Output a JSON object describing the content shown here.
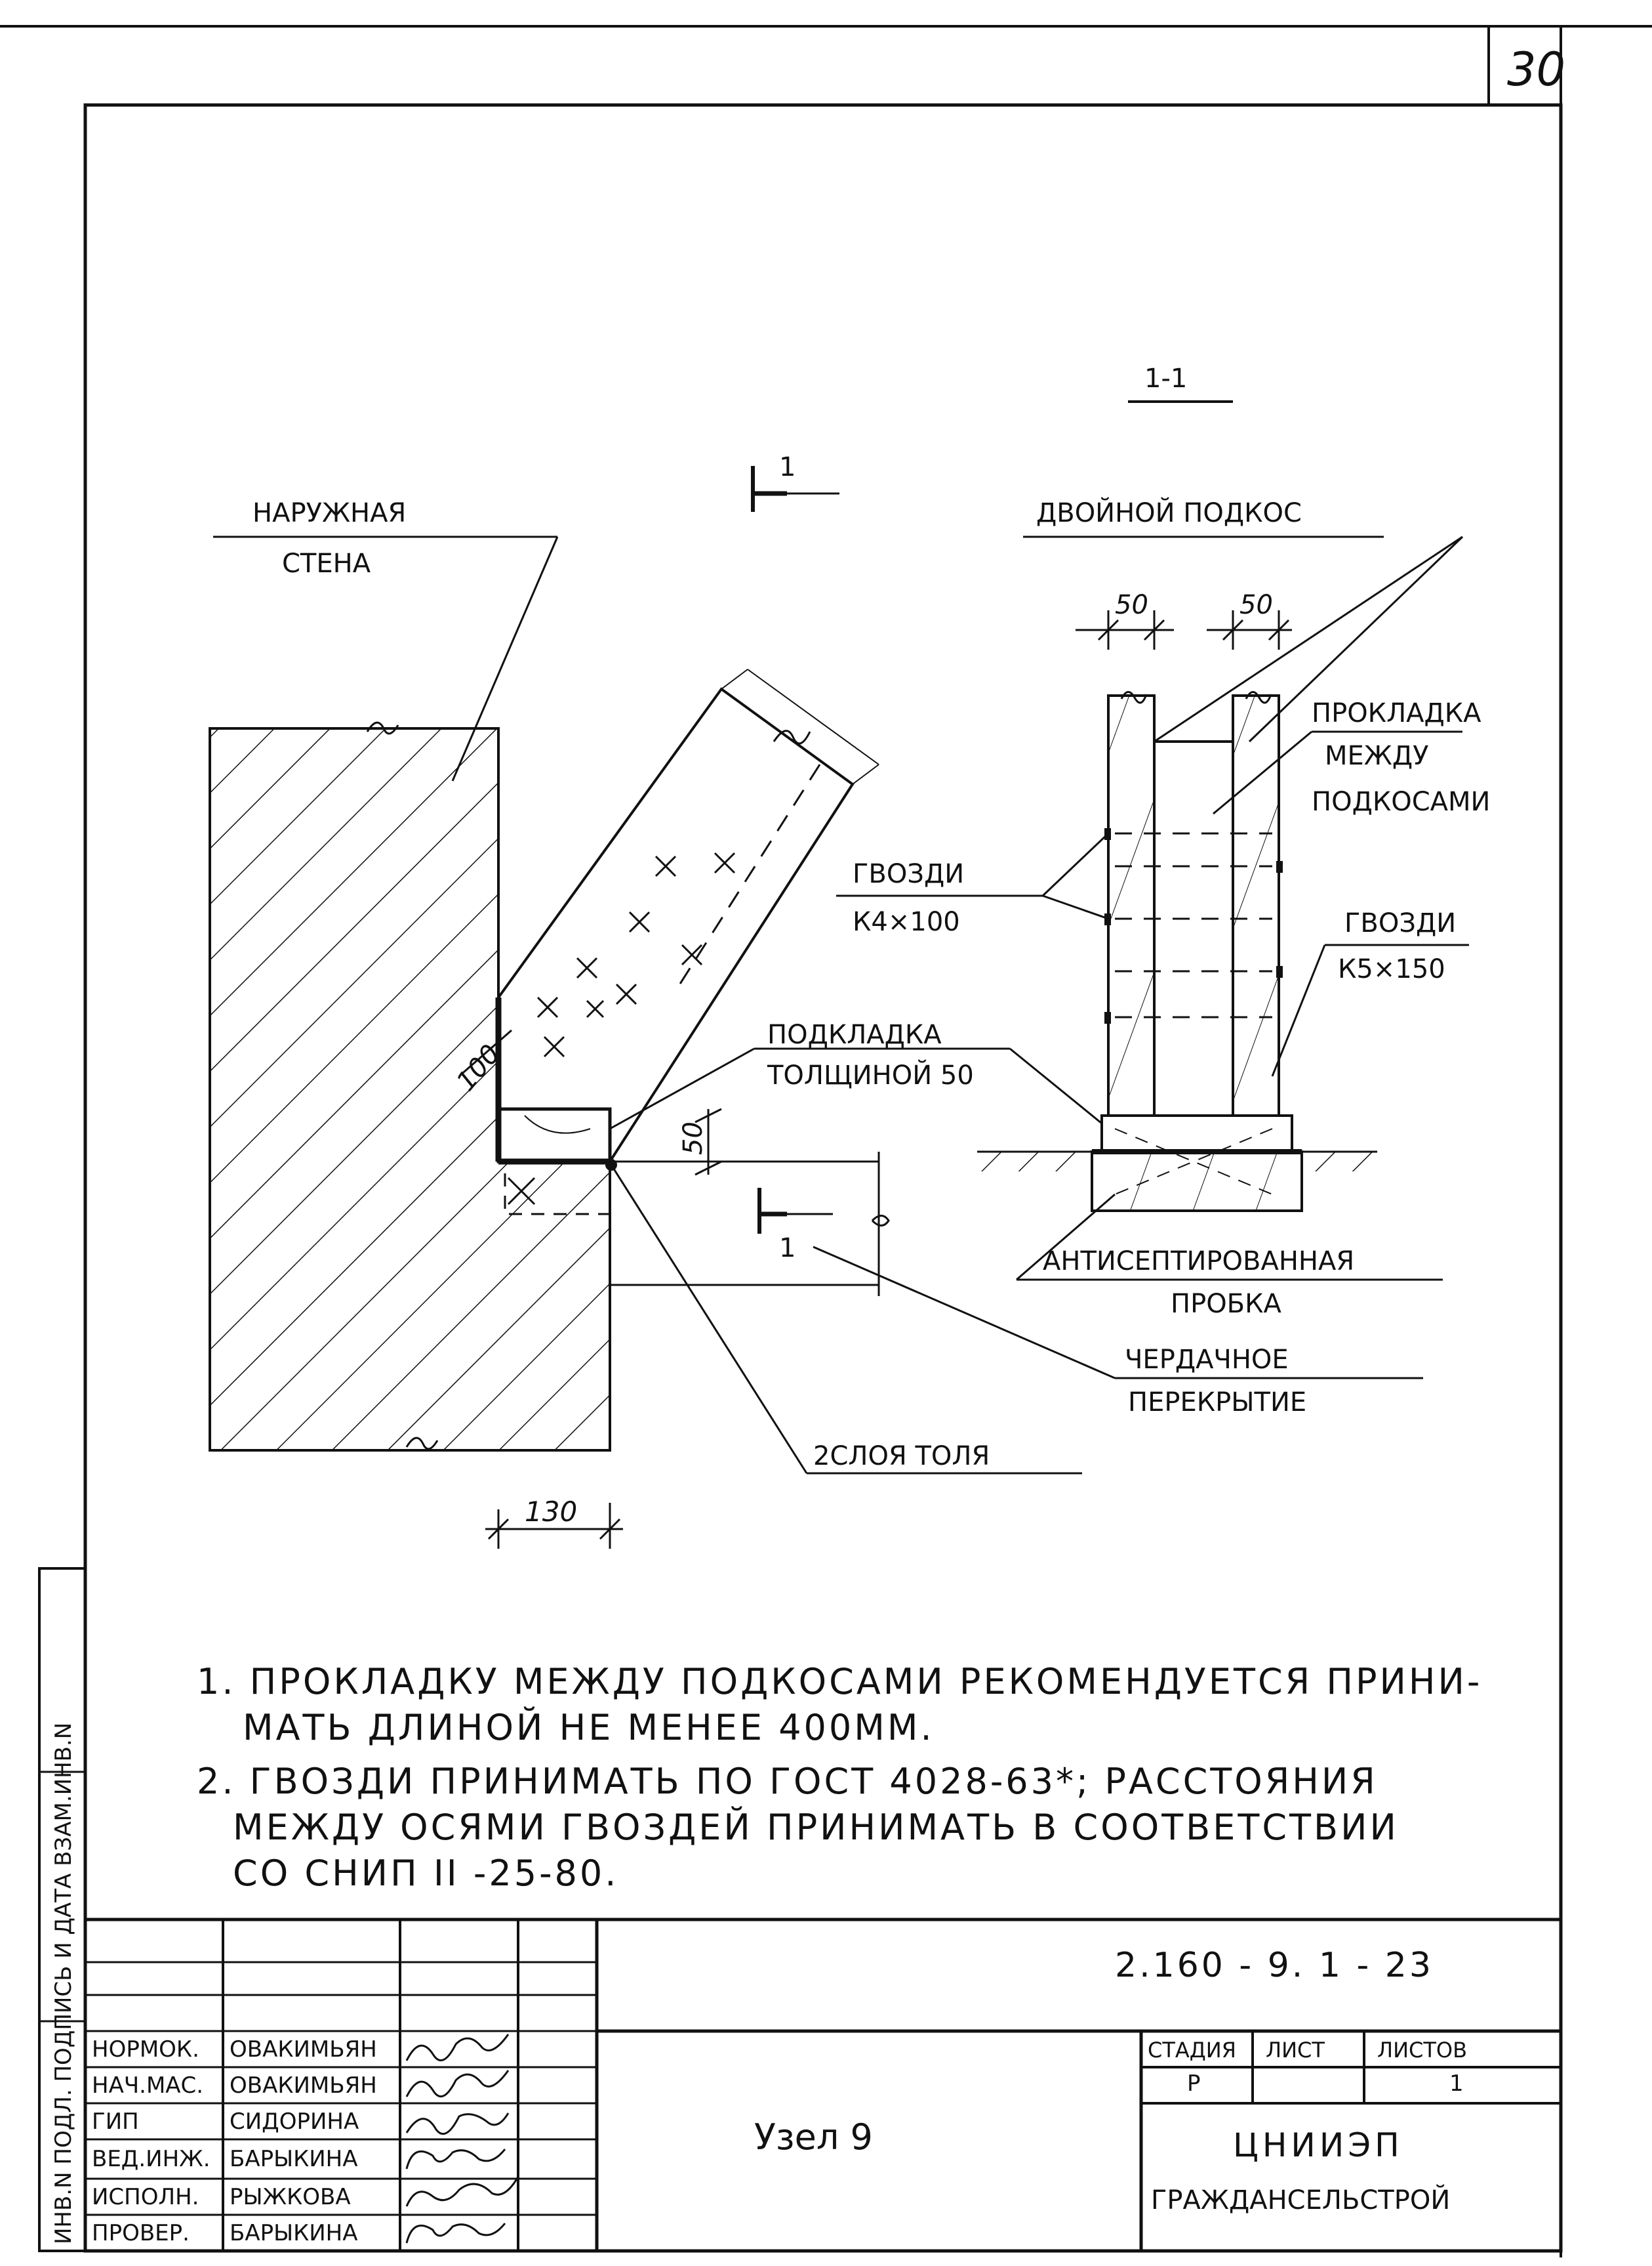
{
  "sheet_number_box": "30",
  "section": {
    "title": "1-1",
    "marker_top": "1",
    "marker_bottom": "1"
  },
  "labels": {
    "outer_wall": [
      "НАРУЖНАЯ",
      "СТЕНА"
    ],
    "double_strut": "ДВОЙНОЙ ПОДКОС",
    "spacer": [
      "ПРОКЛАДКА",
      "МЕЖДУ",
      "ПОДКОСАМИ"
    ],
    "nails_left": [
      "ГВОЗДИ",
      "К4×100"
    ],
    "nails_right": [
      "ГВОЗДИ",
      "К5×150"
    ],
    "pad": [
      "ПОДКЛАДКА",
      "ТОЛЩИНОЙ 50"
    ],
    "plug": [
      "АНТИСЕПТИРОВАННАЯ",
      "ПРОБКА"
    ],
    "attic_floor": [
      "ЧЕРДАЧНОЕ",
      "ПЕРЕКРЫТИЕ"
    ],
    "roofing": "2СЛОЯ ТОЛЯ"
  },
  "dimensions": {
    "d100": "100",
    "d50_pad": "50",
    "d130": "130",
    "d50_left": "50",
    "d50_right": "50"
  },
  "notes": [
    "1. ПРОКЛАДКУ МЕЖДУ ПОДКОСАМИ РЕКОМЕНДУЕТСЯ ПРИНИ-",
    "МАТЬ ДЛИНОЙ НЕ МЕНЕЕ 400ММ.",
    "2. ГВОЗДИ ПРИНИМАТЬ ПО ГОСТ 4028-63*; РАССТОЯНИЯ",
    "МЕЖДУ ОСЯМИ ГВОЗДЕЙ ПРИНИМАТЬ В СООТВЕТСТВИИ",
    "СО СНИП II -25-80."
  ],
  "title_block": {
    "doc_code": "2.160 - 9. 1 - 23",
    "sheet_name": "Узел 9",
    "organization": [
      "ЦНИИЭП",
      "ГРАЖДАНСЕЛЬСТРОЙ"
    ],
    "stage_header": "СТАДИЯ",
    "sheet_header": "ЛИСТ",
    "sheets_header": "ЛИСТОВ",
    "stage_value": "Р",
    "sheets_value": "1",
    "roles": [
      {
        "role": "НОРМОК.",
        "name": "ОВАКИМЬЯН"
      },
      {
        "role": "НАЧ.МАС.",
        "name": "ОВАКИМЬЯН"
      },
      {
        "role": "ГИП",
        "name": "СИДОРИНА"
      },
      {
        "role": "ВЕД.ИНЖ.",
        "name": "БАРЫКИНА"
      },
      {
        "role": "ИСПОЛН.",
        "name": "РЫЖКОВА"
      },
      {
        "role": "ПРОВЕР.",
        "name": "БАРЫКИНА"
      }
    ]
  },
  "side_stamp": "ИНВ.N ПОДЛ.   ПОДПИСЬ И ДАТА   ВЗАМ.ИНВ.N"
}
